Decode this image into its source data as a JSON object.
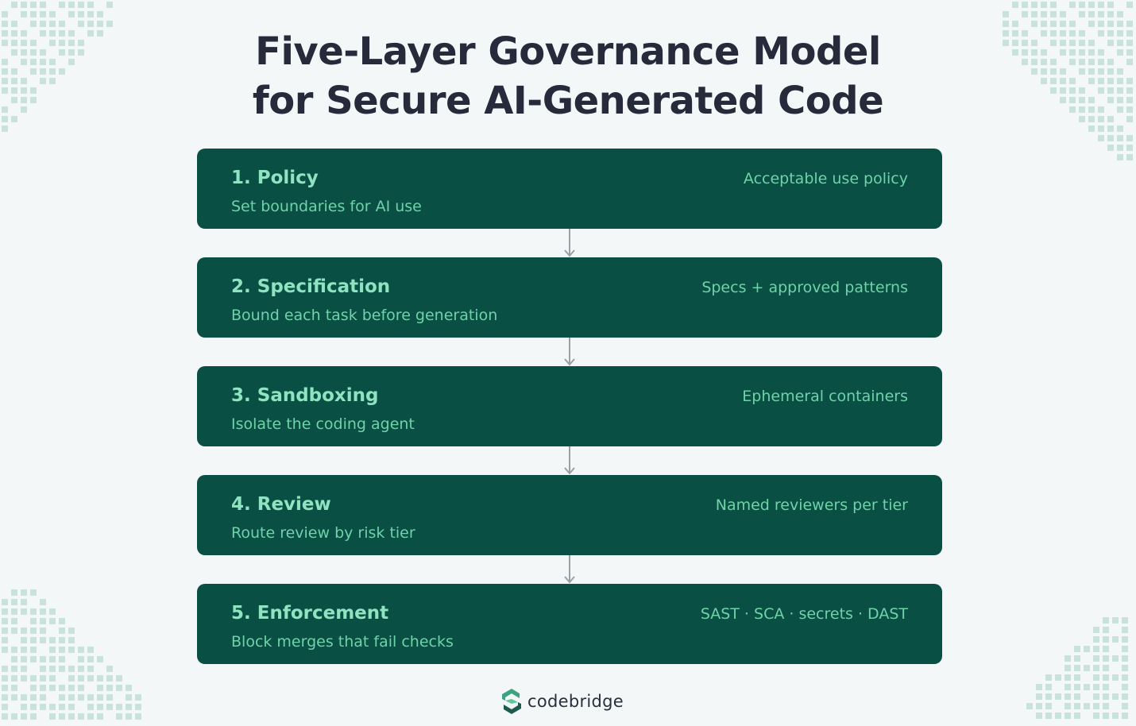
{
  "title": {
    "line1": "Five-Layer Governance Model",
    "line2": "for Secure AI-Generated Code"
  },
  "layers": [
    {
      "name": "1. Policy",
      "description": "Set boundaries for AI use",
      "tag": "Acceptable use policy"
    },
    {
      "name": "2. Specification",
      "description": "Bound each task before generation",
      "tag": "Specs + approved patterns"
    },
    {
      "name": "3. Sandboxing",
      "description": "Isolate the coding agent",
      "tag": "Ephemeral containers"
    },
    {
      "name": "4. Review",
      "description": "Route review by risk tier",
      "tag": "Named reviewers per tier"
    },
    {
      "name": "5. Enforcement",
      "description": "Block merges that fail checks",
      "tag": "SAST · SCA · secrets · DAST"
    }
  ],
  "brand": {
    "name": "codebridge",
    "icon": "codebridge-logo-icon"
  },
  "colors": {
    "background": "#f4f7f8",
    "layer_fill": "#0a4f44",
    "layer_title": "#8fe3c0",
    "layer_text": "#6fd2a8",
    "title_text": "#262a3a",
    "arrow": "#9aa0a4",
    "decor_dots": "#c9e3dc"
  }
}
